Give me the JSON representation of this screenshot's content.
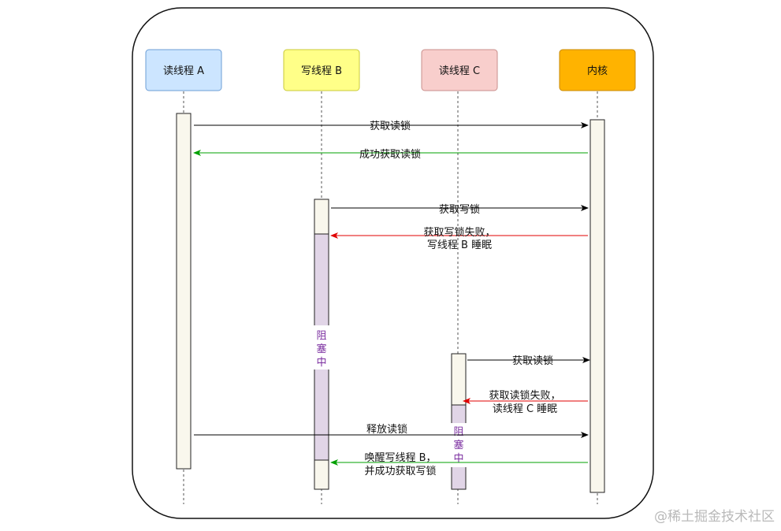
{
  "participants": [
    {
      "id": "A",
      "label": "读线程 A",
      "fill": "#cce5ff",
      "stroke": "#6c9ed6"
    },
    {
      "id": "B",
      "label": "写线程 B",
      "fill": "#ffff88",
      "stroke": "#c9c93a"
    },
    {
      "id": "C",
      "label": "读线程 C",
      "fill": "#f8cecc",
      "stroke": "#c98f8c"
    },
    {
      "id": "K",
      "label": "内核",
      "fill": "#ffb300",
      "stroke": "#c98800"
    }
  ],
  "messages": [
    {
      "lines": [
        "获取读锁"
      ],
      "color": "#000000"
    },
    {
      "lines": [
        "成功获取读锁"
      ],
      "color": "#00a000"
    },
    {
      "lines": [
        "获取写锁"
      ],
      "color": "#000000"
    },
    {
      "lines": [
        "获取写锁失败，",
        "写线程 B 睡眠"
      ],
      "color": "#e00000"
    },
    {
      "lines": [
        "获取读锁"
      ],
      "color": "#000000"
    },
    {
      "lines": [
        "获取读锁失败，",
        "读线程 C 睡眠"
      ],
      "color": "#e00000"
    },
    {
      "lines": [
        "释放读锁"
      ],
      "color": "#000000"
    },
    {
      "lines": [
        "唤醒写线程 B，",
        "并成功获取写锁"
      ],
      "color": "#00a000"
    }
  ],
  "blocked_label": [
    "阻",
    "塞",
    "中"
  ],
  "colors": {
    "activation_fill": "#f9f7ed",
    "blocked_fill": "#e1d5e7",
    "blocked_text": "#7b2fa0",
    "frame_stroke": "#111111"
  },
  "watermark": "@稀土掘金技术社区"
}
